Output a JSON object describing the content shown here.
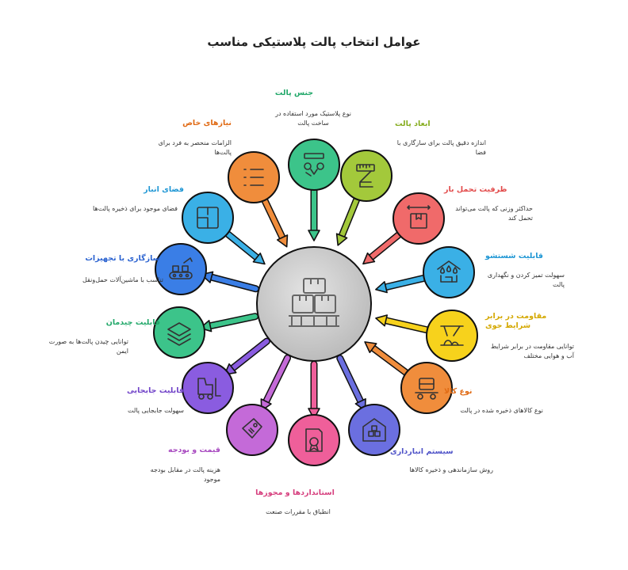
{
  "title": "عوامل انتخاب پالت پلاستیکی مناسب",
  "center_icon": "pallet-boxes-icon",
  "factors": [
    {
      "key": "material",
      "title": "جنس پالت",
      "desc": "نوع پلاستیک مورد استفاده در ساخت پالت",
      "color": "#3cc48a",
      "title_color": "#22a86a",
      "icon": "molecule-icon"
    },
    {
      "key": "dimensions",
      "title": "ابعاد پالت",
      "desc": "اندازه دقیق پالت برای سازگاری با فضا",
      "color": "#a3c93b",
      "title_color": "#86ad1f",
      "icon": "ruler-icon"
    },
    {
      "key": "capacity",
      "title": "ظرفیت تحمل بار",
      "desc": "حداکثر وزنی که پالت می‌تواند تحمل کند",
      "color": "#f06a6a",
      "title_color": "#e24a4a",
      "icon": "box-weight-icon"
    },
    {
      "key": "washable",
      "title": "قابلیت شستشو",
      "desc": "سهولت تمیز کردن و نگهداری پالت",
      "color": "#3ab0e6",
      "title_color": "#1e96d4",
      "icon": "water-drops-icon"
    },
    {
      "key": "weather",
      "title": "مقاومت در برابر شرایط جوی",
      "desc": "توانایی مقاومت در برابر شرایط آب و هوایی مختلف",
      "color": "#f7d21c",
      "title_color": "#d4a800",
      "icon": "weather-shelter-icon"
    },
    {
      "key": "goods",
      "title": "نوع کالا",
      "desc": "نوع کالاهای ذخیره شده در پالت",
      "color": "#f08d3c",
      "title_color": "#e06a14",
      "icon": "goods-cart-icon"
    },
    {
      "key": "storage",
      "title": "سیستم انبارداری",
      "desc": "روش سازماندهی و ذخیره کالاها",
      "color": "#6b6fe0",
      "title_color": "#4f53c8",
      "icon": "warehouse-icon"
    },
    {
      "key": "standards",
      "title": "استانداردها و مجوزها",
      "desc": "انطباق با مقررات صنعت",
      "color": "#ef5f9a",
      "title_color": "#d63f7e",
      "icon": "certificate-icon"
    },
    {
      "key": "price",
      "title": "قیمت و بودجه",
      "desc": "هزینه پالت در مقابل بودجه موجود",
      "color": "#c46ad8",
      "title_color": "#a84ac0",
      "icon": "price-tag-icon"
    },
    {
      "key": "mobility",
      "title": "قابلیت جابجایی",
      "desc": "سهولت جابجایی پالت",
      "color": "#8a5ce0",
      "title_color": "#7042c8",
      "icon": "forklift-icon"
    },
    {
      "key": "stackable",
      "title": "قابلیت چیدمان",
      "desc": "توانایی چیدن پالت‌ها به صورت ایمن",
      "color": "#3cc48a",
      "title_color": "#22a86a",
      "icon": "layers-icon"
    },
    {
      "key": "equipment",
      "title": "سازگاری با تجهیزات",
      "desc": "تناسب با ماشین‌آلات حمل‌ونقل",
      "color": "#3a7ee6",
      "title_color": "#2a62d0",
      "icon": "conveyor-icon"
    },
    {
      "key": "space",
      "title": "فضای انبار",
      "desc": "فضای موجود برای ذخیره پالت‌ها",
      "color": "#3ab0e6",
      "title_color": "#1e96d4",
      "icon": "floor-plan-icon"
    },
    {
      "key": "special",
      "title": "نیازهای خاص",
      "desc": "الزامات منحصر به فرد برای پالت‌ها",
      "color": "#f08d3c",
      "title_color": "#e06a14",
      "icon": "checklist-icon"
    }
  ]
}
